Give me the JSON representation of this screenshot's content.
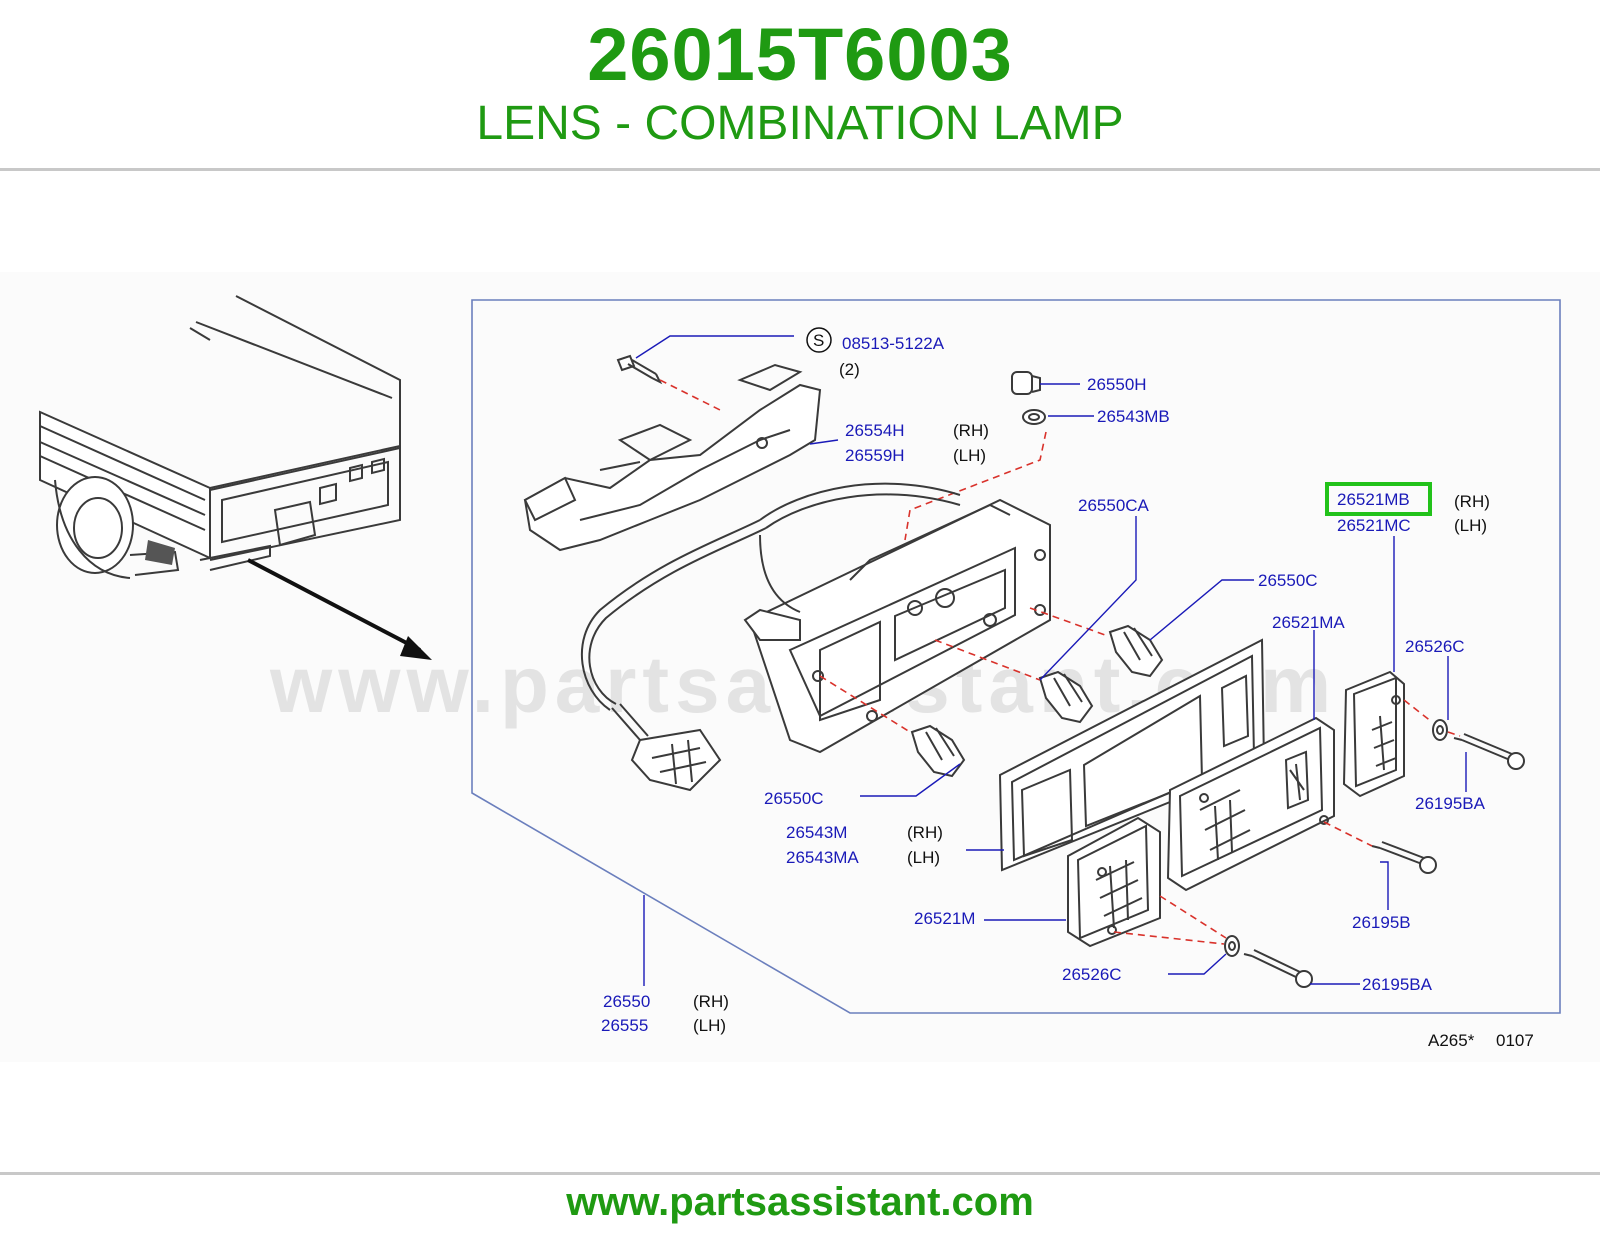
{
  "header": {
    "part_number": "26015T6003",
    "part_title": "LENS - COMBINATION LAMP"
  },
  "watermark": "www.partsassistant.com",
  "footer": {
    "url": "www.partsassistant.com"
  },
  "diagram_ref": {
    "code": "A265*",
    "date": "0107"
  },
  "highlight": {
    "part": "26521MB",
    "color": "#22c21a"
  },
  "labels": {
    "screw_main": "08513-5122A",
    "screw_main_symbol": "S",
    "screw_main_qty": "(2)",
    "p26550H": "26550H",
    "p26543MB": "26543MB",
    "p26554H": "26554H",
    "p26559H": "26559H",
    "p26550CA": "26550CA",
    "p26521MB": "26521MB",
    "p26521MC": "26521MC",
    "p26550C_top": "26550C",
    "p26521MA": "26521MA",
    "p26526C_top": "26526C",
    "p26195BA_top": "26195BA",
    "p26550C_bottom": "26550C",
    "p26543M": "26543M",
    "p26543MA": "26543MA",
    "p26521M": "26521M",
    "p26195B": "26195B",
    "p26526C_bottom": "26526C",
    "p26195BA_bottom": "26195BA",
    "p26550": "26550",
    "p26555": "26555",
    "rh": "(RH)",
    "lh": "(LH)"
  }
}
